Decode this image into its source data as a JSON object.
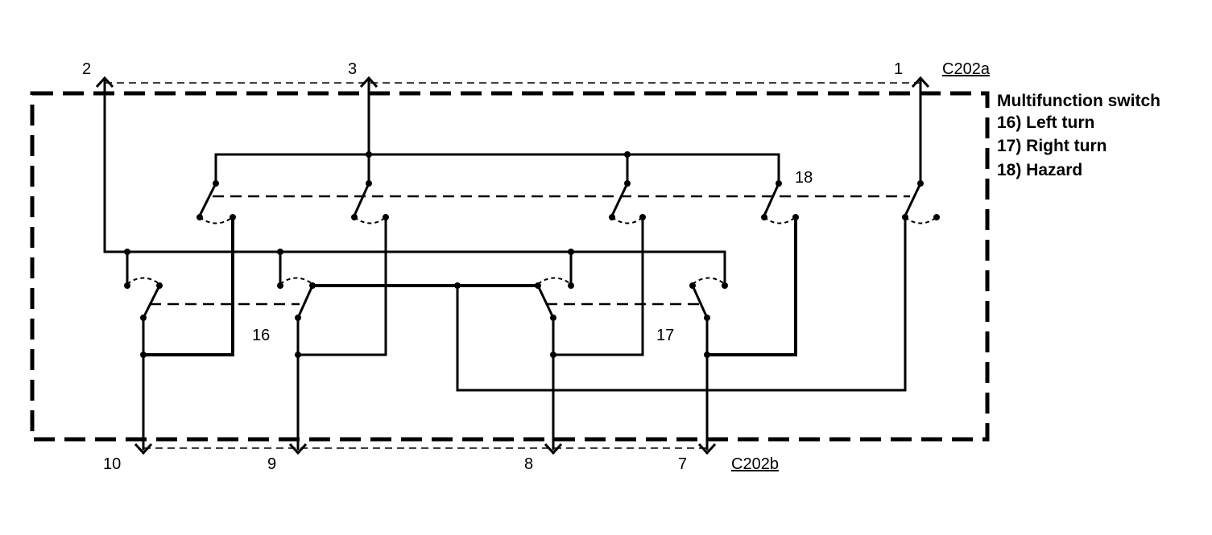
{
  "connectors": {
    "top": {
      "name": "C202a",
      "pins": [
        "2",
        "3",
        "1"
      ]
    },
    "bottom": {
      "name": "C202b",
      "pins": [
        "10",
        "9",
        "8",
        "7"
      ]
    }
  },
  "legend": {
    "title": "Multifunction switch",
    "items": [
      "16) Left turn",
      "17) Right turn",
      "18) Hazard"
    ]
  },
  "switch_labels": {
    "left_turn": "16",
    "right_turn": "17",
    "hazard": "18"
  }
}
